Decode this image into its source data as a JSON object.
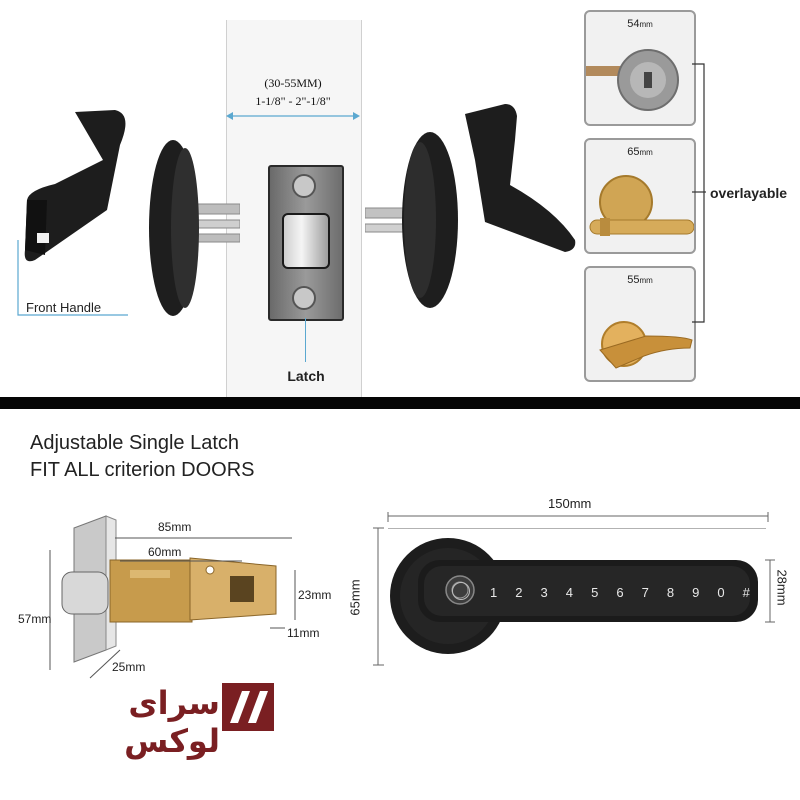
{
  "top": {
    "door_thickness": "(30-55MM)",
    "door_thickness_inch": "1-1/8\" - 2\"-1/8\"",
    "front_handle": "Front Handle",
    "latch": "Latch",
    "overlayable": "overlayable",
    "options": [
      {
        "value": "54",
        "unit": "mm",
        "icon": "knob-lock-icon"
      },
      {
        "value": "65",
        "unit": "mm",
        "icon": "lever-handle-icon"
      },
      {
        "value": "55",
        "unit": "mm",
        "icon": "thumb-turn-icon"
      }
    ]
  },
  "bottom": {
    "title_line1": "Adjustable Single Latch",
    "title_line2": "FIT ALL criterion DOORS",
    "latch_dims": {
      "length_total": "85mm",
      "length_inner": "60mm",
      "height": "57mm",
      "depth": "25mm",
      "plate_height": "23mm",
      "plate_width": "11mm"
    },
    "handle_dims": {
      "width": "150mm",
      "height": "65mm",
      "keypad_height": "28mm"
    },
    "keypad_keys": [
      "1",
      "2",
      "3",
      "4",
      "5",
      "6",
      "7",
      "8",
      "9",
      "0",
      "#"
    ],
    "logo_text": "سرای لوکس"
  },
  "colors": {
    "handle": "#1d1d1d",
    "dimension_line": "#5ba8d0",
    "brass": "#c79b4c",
    "logo": "#7a1f22"
  }
}
